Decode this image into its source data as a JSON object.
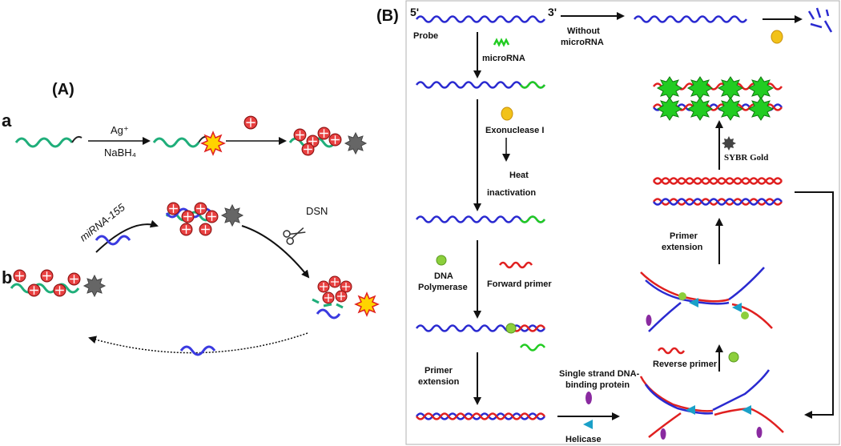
{
  "panel_a": {
    "title": "(A)",
    "row_a": {
      "label": "a",
      "reagent_top": "Ag⁺",
      "reagent_bottom": "NaBH₄"
    },
    "row_b": {
      "label": "b",
      "mirna_label": "miRNA-155",
      "enzyme_label": "DSN"
    }
  },
  "panel_b": {
    "title": "(B)",
    "probe": {
      "five_prime": "5'",
      "three_prime": "3'",
      "label": "Probe"
    },
    "without_mirna": {
      "line1": "Without",
      "line2": "microRNA"
    },
    "microrna_label": "microRNA",
    "exonuclease_label": "Exonuclease I",
    "heat_line1": "Heat",
    "heat_line2": "inactivation",
    "dna_poly_line1": "DNA",
    "dna_poly_line2": "Polymerase",
    "forward_primer": "Forward primer",
    "primer_ext_line1": "Primer",
    "primer_ext_line2": "extension",
    "ssb_line1": "Single strand DNA-",
    "ssb_line2": "binding protein",
    "helicase": "Helicase",
    "reverse_primer": "Reverse primer",
    "primer_ext2_line1": "Primer",
    "primer_ext2_line2": "extension",
    "sybr": "SYBR Gold"
  },
  "colors": {
    "green_strand": "#1fae7a",
    "blue_strand": "#2a2ad0",
    "red_strand": "#e02020",
    "bright_green": "#22cc22",
    "gold": "#f2c21a",
    "dark_grey": "#555555",
    "border": "#9a9a9a"
  }
}
